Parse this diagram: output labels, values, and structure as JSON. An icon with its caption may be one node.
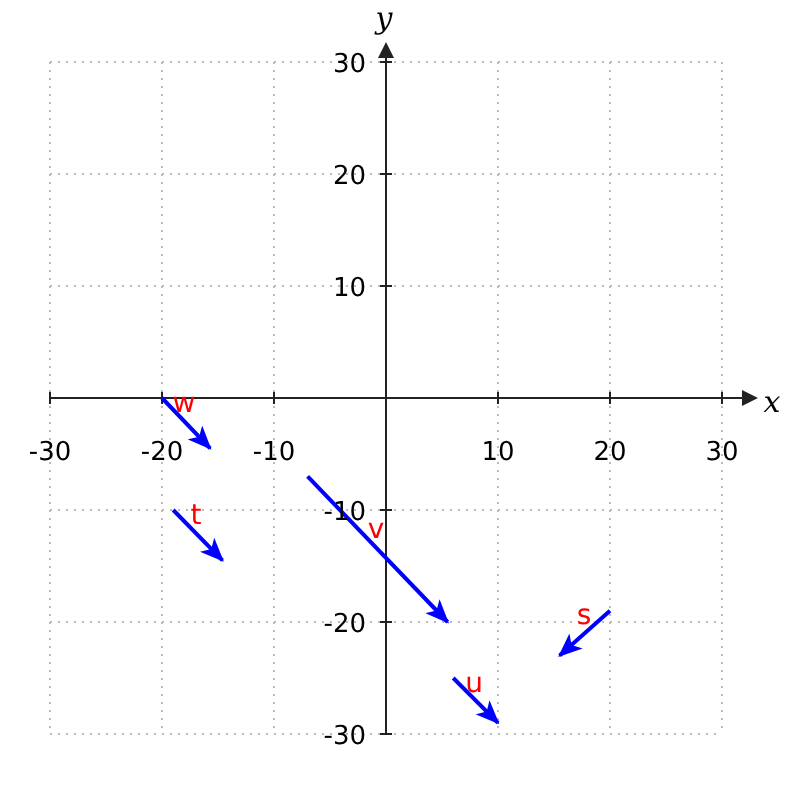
{
  "diagram": {
    "labels": [
      "y",
      "30",
      "20",
      "10",
      "w",
      "x",
      "-30",
      "-20",
      "-10",
      "10",
      "20",
      "30",
      "t",
      "-10",
      "v",
      "-20",
      "s",
      "u",
      "-30"
    ]
  }
}
